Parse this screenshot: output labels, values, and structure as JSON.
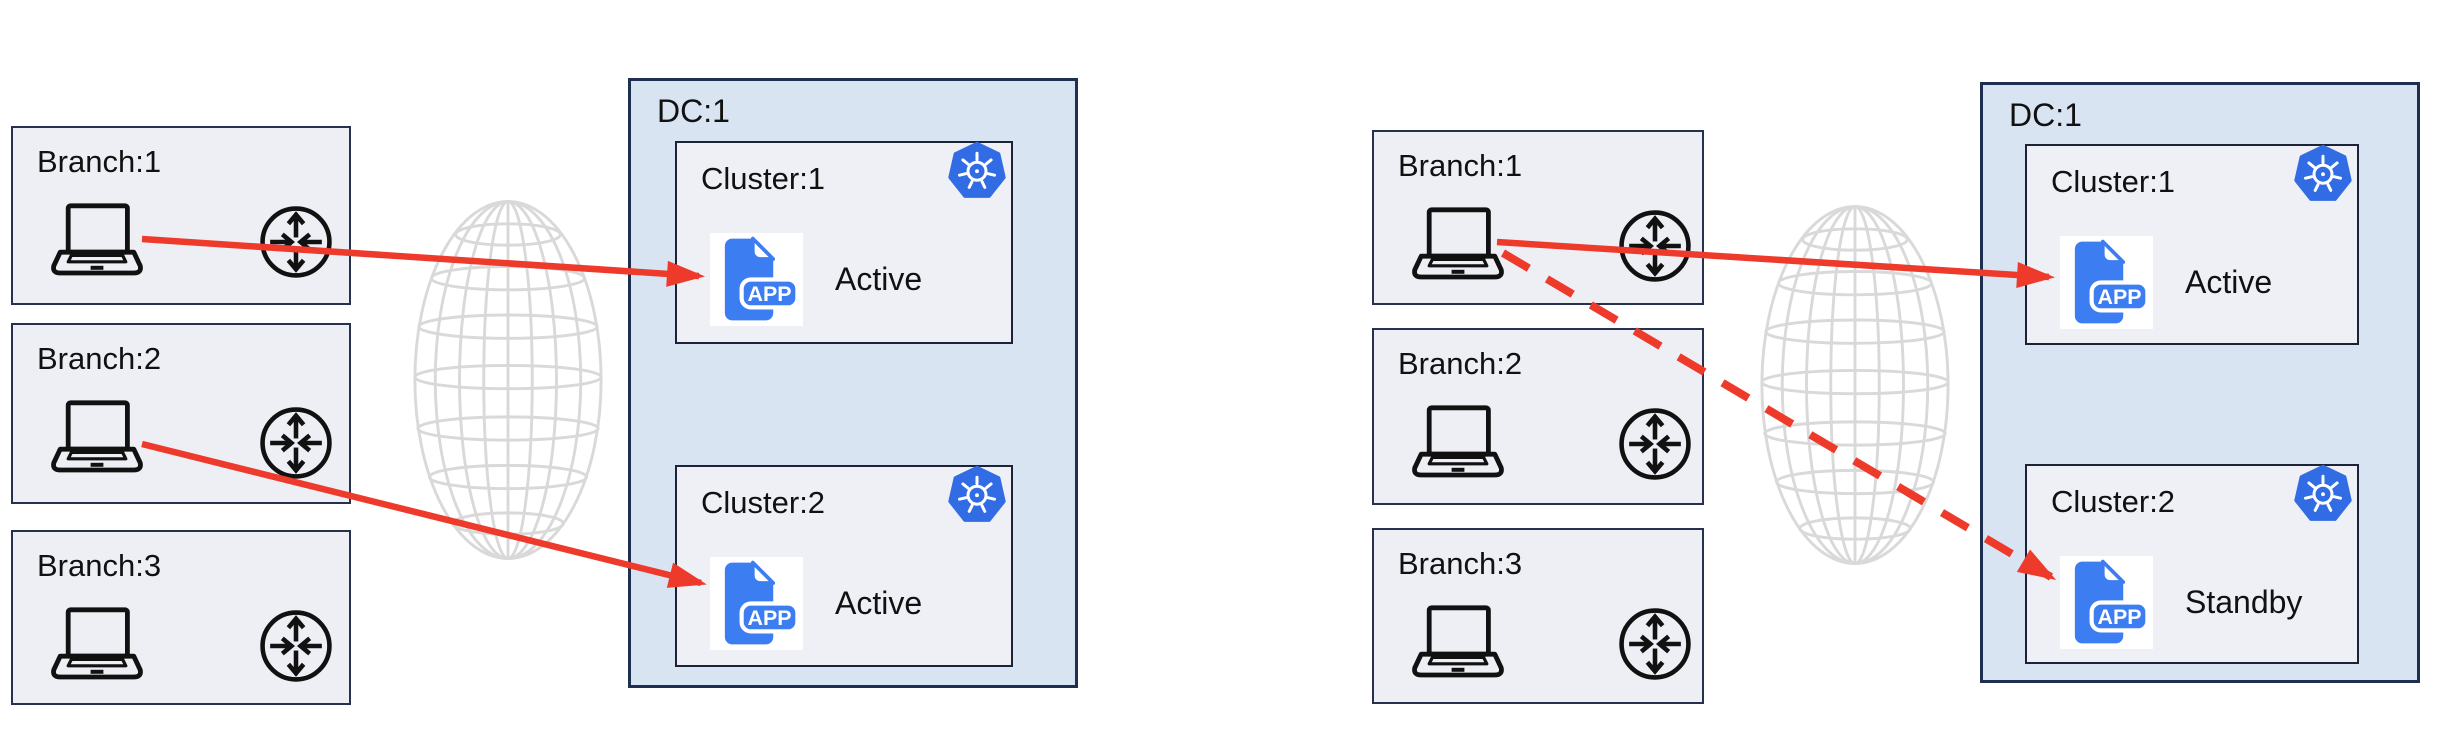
{
  "app_badge_label": "APP",
  "colors": {
    "arrow_red": "#ee3a2b",
    "kubernetes_blue": "#326ce5",
    "app_icon_blue": "#3c7df2",
    "dc_fill": "#d8e4f2",
    "branch_fill": "#edeff5",
    "cluster_fill": "#eef0f6",
    "globe_gray": "#d9d9d9"
  },
  "icons": {
    "laptop": "laptop-icon",
    "router": "router-icon",
    "kubernetes": "kubernetes-icon",
    "app_file": "app-file-icon",
    "globe": "globe-icon"
  },
  "panels": [
    {
      "name": "active-active",
      "branches": [
        {
          "label": "Branch:1"
        },
        {
          "label": "Branch:2"
        },
        {
          "label": "Branch:3"
        }
      ],
      "datacenter": {
        "label": "DC:1",
        "clusters": [
          {
            "label": "Cluster:1",
            "status": "Active"
          },
          {
            "label": "Cluster:2",
            "status": "Active"
          }
        ]
      },
      "connections": [
        {
          "from": "Branch:1",
          "to": "Cluster:1",
          "line": "solid"
        },
        {
          "from": "Branch:2",
          "to": "Cluster:2",
          "line": "solid"
        }
      ]
    },
    {
      "name": "active-standby",
      "branches": [
        {
          "label": "Branch:1"
        },
        {
          "label": "Branch:2"
        },
        {
          "label": "Branch:3"
        }
      ],
      "datacenter": {
        "label": "DC:1",
        "clusters": [
          {
            "label": "Cluster:1",
            "status": "Active"
          },
          {
            "label": "Cluster:2",
            "status": "Standby"
          }
        ]
      },
      "connections": [
        {
          "from": "Branch:1",
          "to": "Cluster:1",
          "line": "solid"
        },
        {
          "from": "Branch:1",
          "to": "Cluster:2",
          "line": "dashed"
        }
      ]
    }
  ]
}
